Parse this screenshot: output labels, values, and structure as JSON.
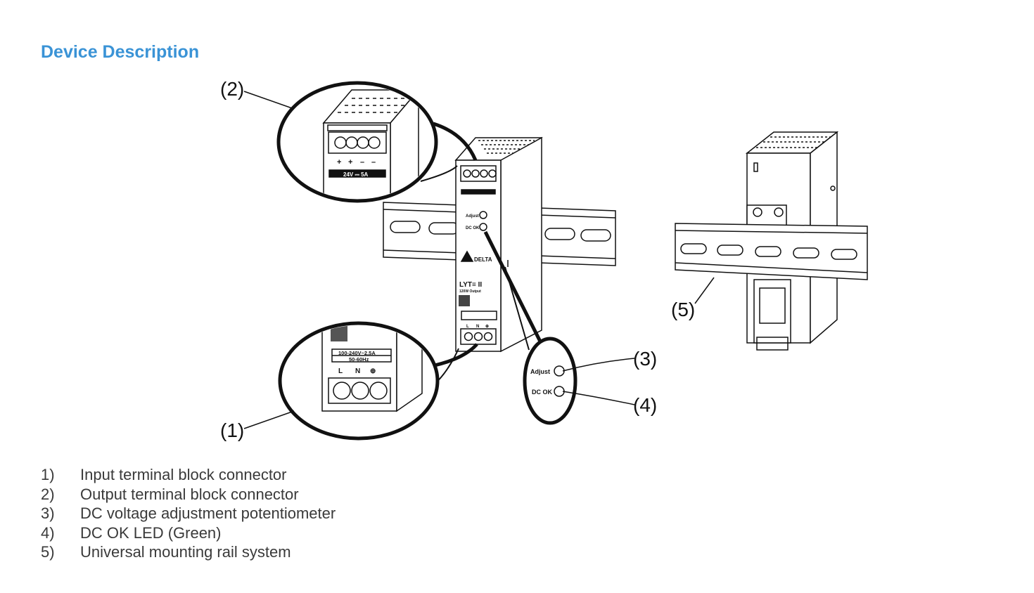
{
  "heading": "Device Description",
  "callouts": [
    "(1)",
    "(2)",
    "(3)",
    "(4)",
    "(5)"
  ],
  "items": [
    {
      "num": "1)",
      "text": "Input terminal block connector"
    },
    {
      "num": "2)",
      "text": "Output terminal block connector"
    },
    {
      "num": "3)",
      "text": "DC voltage adjustment potentiometer"
    },
    {
      "num": "4)",
      "text": "DC OK LED (Green)"
    },
    {
      "num": "5)",
      "text": "Universal mounting rail system"
    }
  ],
  "device": {
    "output_polarity": [
      "+",
      "+",
      "–",
      "–"
    ],
    "output_rating": "24V ⎓ 5A",
    "input_rating": "100-240V~2.5A",
    "input_freq": "50-60Hz",
    "input_terminals": [
      "L",
      "N",
      "⊕"
    ],
    "adjust_label": "Adjust",
    "dcok_label": "DC OK",
    "brand": "DELTA",
    "product": "LYT≡ II",
    "product_sub": "120W Output"
  },
  "colors": {
    "heading": "#3a93d6",
    "text": "#3a3a3a",
    "line": "#111111"
  }
}
